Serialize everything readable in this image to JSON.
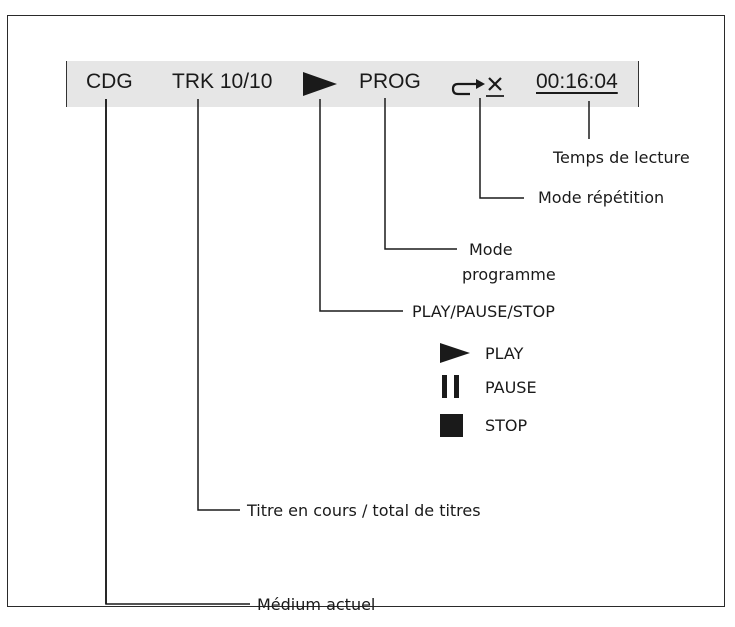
{
  "display": {
    "medium": "CDG",
    "track": "TRK 10/10",
    "program": "PROG",
    "time": "00:16:04",
    "repeat_icon": "repeat-off-icon",
    "play_icon": "play-icon"
  },
  "callouts": {
    "time": "Temps de lecture",
    "repeat": "Mode répétition",
    "program_line1": "Mode",
    "program_line2": "programme",
    "status": "PLAY/PAUSE/STOP",
    "track": "Titre en cours / total de titres",
    "medium": "Médium actuel"
  },
  "legend": [
    {
      "icon": "play-icon",
      "label": "PLAY"
    },
    {
      "icon": "pause-icon",
      "label": "PAUSE"
    },
    {
      "icon": "stop-icon",
      "label": "STOP"
    }
  ],
  "colors": {
    "display_background": "#e6e6e6",
    "ink": "#1a1a1a"
  }
}
